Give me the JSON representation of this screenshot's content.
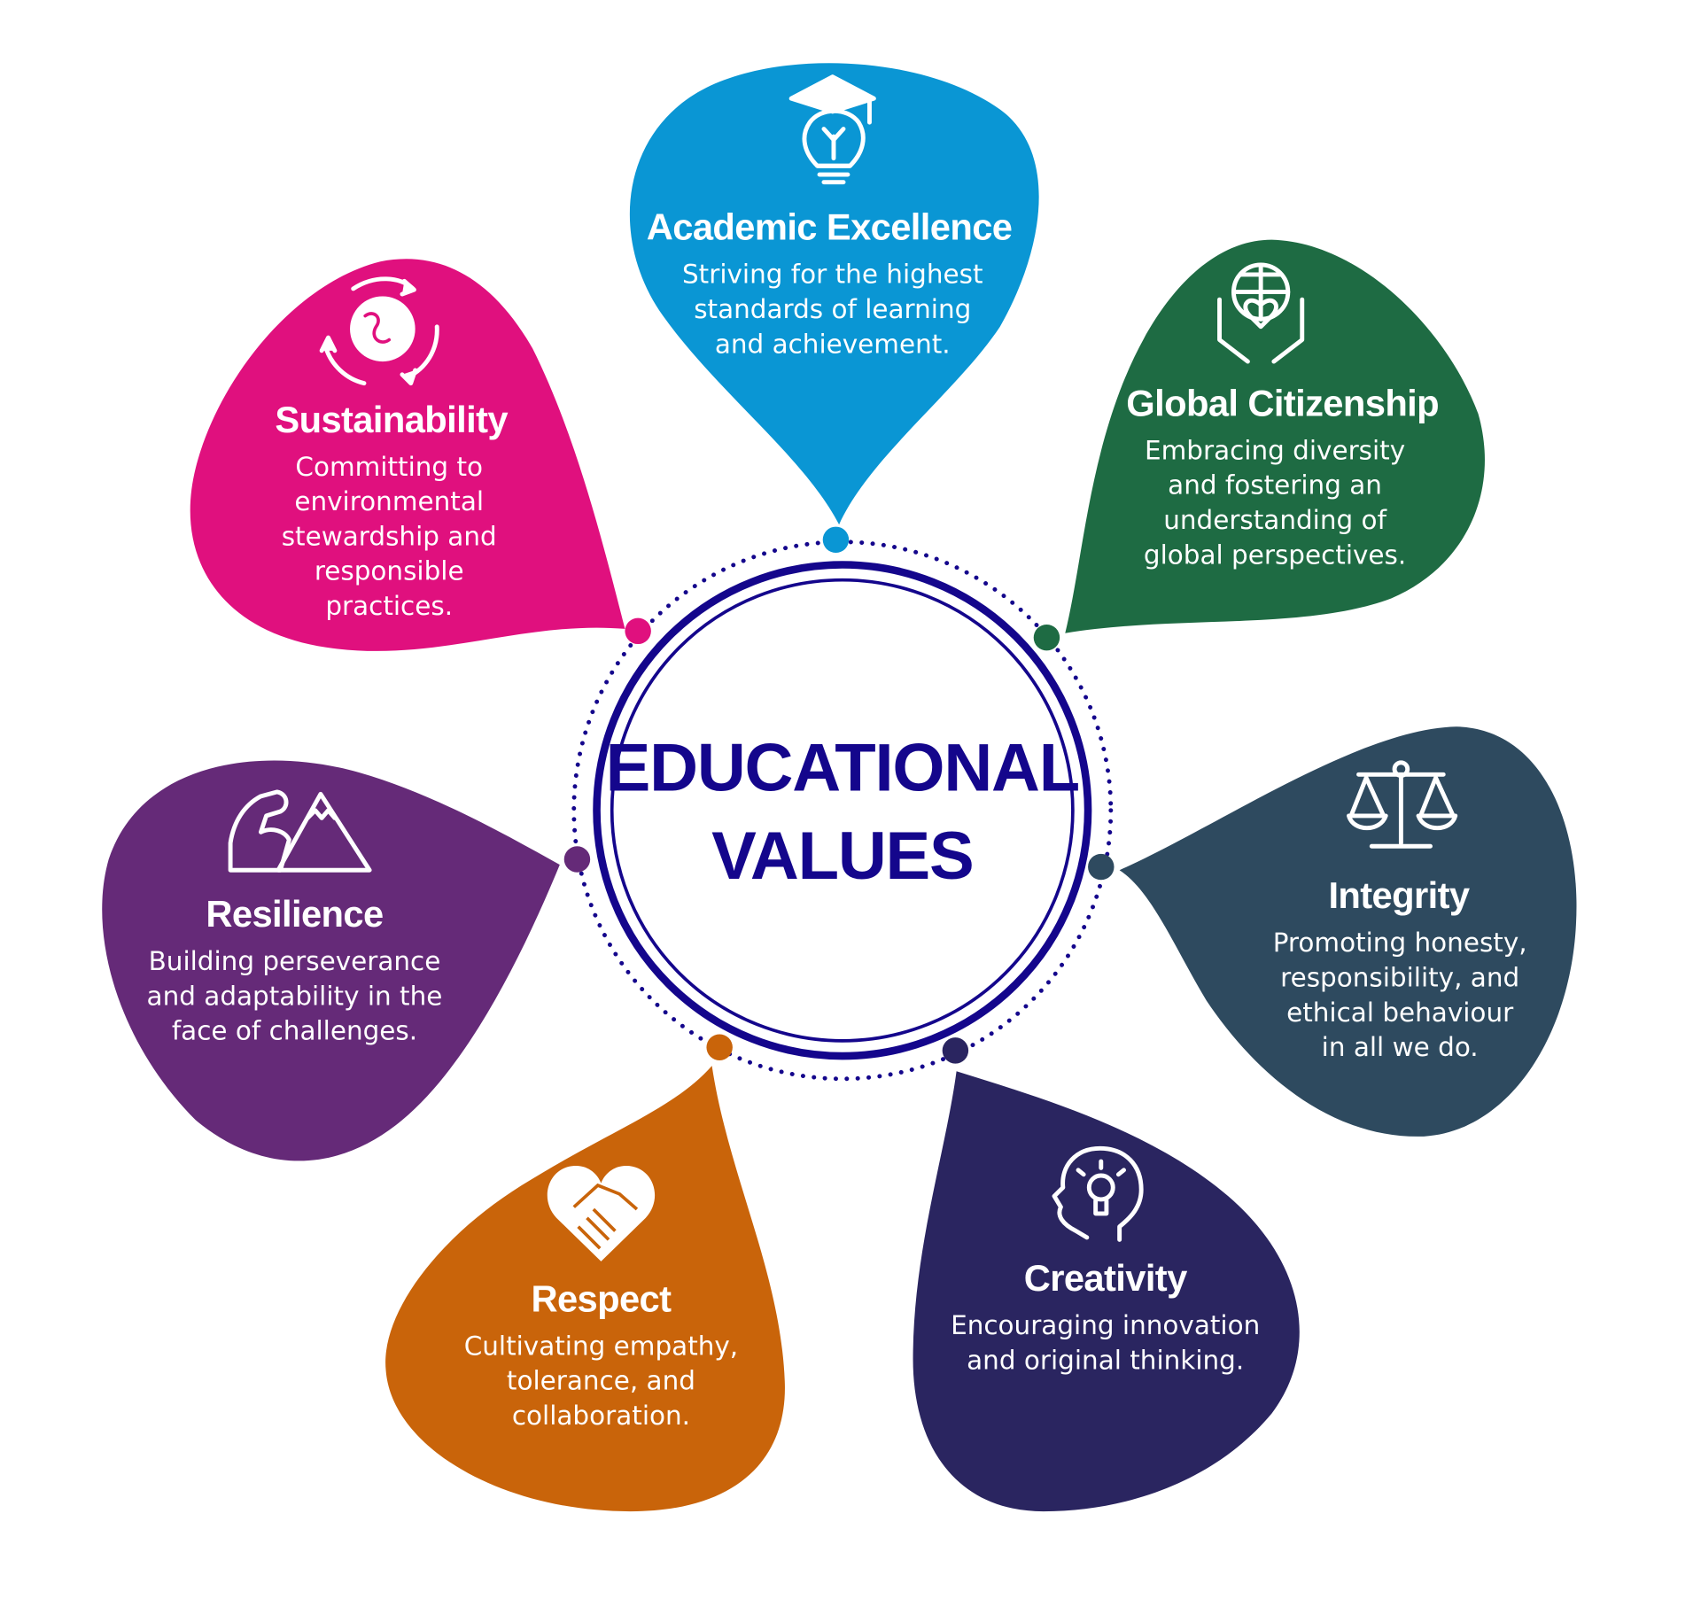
{
  "center": {
    "line1": "EDUCATIONAL",
    "line2": "VALUES",
    "color": "#14068c"
  },
  "values": [
    {
      "title": "Academic Excellence",
      "lines": [
        "Striving for the highest",
        "standards of learning",
        "and achievement."
      ],
      "color": "#0a96d4",
      "icon": "graduation-lightbulb-icon"
    },
    {
      "title": "Global Citizenship",
      "lines": [
        "Embracing diversity",
        "and fostering an",
        "understanding of",
        "global perspectives."
      ],
      "color": "#1e6b43",
      "icon": "globe-hands-heart-icon"
    },
    {
      "title": "Integrity",
      "lines": [
        "Promoting honesty,",
        "responsibility, and",
        "ethical behaviour",
        "in all we do."
      ],
      "color": "#2e4a5f",
      "icon": "scales-icon"
    },
    {
      "title": "Creativity",
      "lines": [
        "Encouraging innovation",
        "and original thinking."
      ],
      "color": "#2a2560",
      "icon": "head-lightbulb-icon"
    },
    {
      "title": "Respect",
      "lines": [
        "Cultivating empathy,",
        "tolerance, and",
        "collaboration."
      ],
      "color": "#c9640a",
      "icon": "heart-handshake-icon"
    },
    {
      "title": "Resilience",
      "lines": [
        "Building perseverance",
        "and adaptability in the",
        "face of challenges."
      ],
      "color": "#652a78",
      "icon": "muscle-mountain-icon"
    },
    {
      "title": "Sustainability",
      "lines": [
        "Committing to",
        "environmental",
        "stewardship and",
        "responsible",
        "practices."
      ],
      "color": "#e0107e",
      "icon": "recycle-globe-icon"
    }
  ]
}
